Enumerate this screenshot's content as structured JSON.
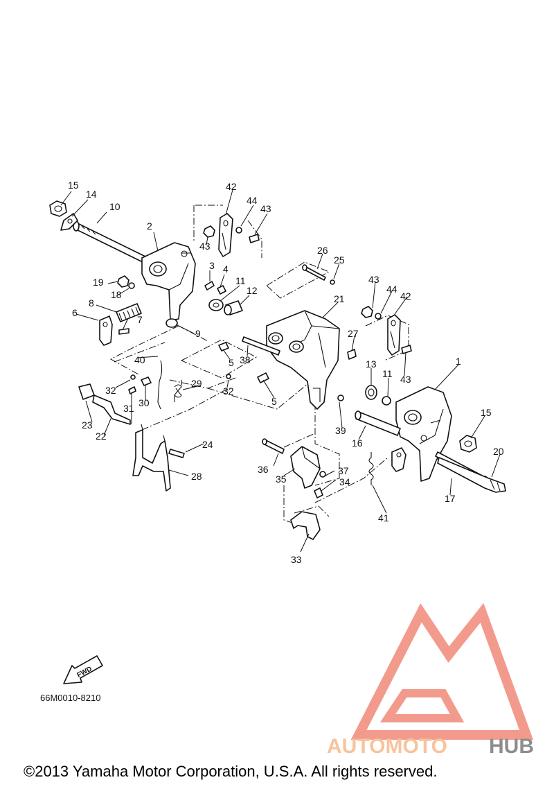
{
  "diagram": {
    "callouts": [
      {
        "id": "c1",
        "text": "1"
      },
      {
        "id": "c2",
        "text": "2"
      },
      {
        "id": "c3",
        "text": "3"
      },
      {
        "id": "c4",
        "text": "4"
      },
      {
        "id": "c5a",
        "text": "5"
      },
      {
        "id": "c5b",
        "text": "5"
      },
      {
        "id": "c6",
        "text": "6"
      },
      {
        "id": "c7",
        "text": "7"
      },
      {
        "id": "c8",
        "text": "8"
      },
      {
        "id": "c9",
        "text": "9"
      },
      {
        "id": "c10",
        "text": "10"
      },
      {
        "id": "c11a",
        "text": "11"
      },
      {
        "id": "c11b",
        "text": "11"
      },
      {
        "id": "c12",
        "text": "12"
      },
      {
        "id": "c13",
        "text": "13"
      },
      {
        "id": "c14",
        "text": "14"
      },
      {
        "id": "c15a",
        "text": "15"
      },
      {
        "id": "c15b",
        "text": "15"
      },
      {
        "id": "c16",
        "text": "16"
      },
      {
        "id": "c17",
        "text": "17"
      },
      {
        "id": "c18",
        "text": "18"
      },
      {
        "id": "c19",
        "text": "19"
      },
      {
        "id": "c20",
        "text": "20"
      },
      {
        "id": "c21",
        "text": "21"
      },
      {
        "id": "c22",
        "text": "22"
      },
      {
        "id": "c23",
        "text": "23"
      },
      {
        "id": "c24",
        "text": "24"
      },
      {
        "id": "c25",
        "text": "25"
      },
      {
        "id": "c26",
        "text": "26"
      },
      {
        "id": "c27",
        "text": "27"
      },
      {
        "id": "c28",
        "text": "28"
      },
      {
        "id": "c29",
        "text": "29"
      },
      {
        "id": "c30",
        "text": "30"
      },
      {
        "id": "c31",
        "text": "31"
      },
      {
        "id": "c32a",
        "text": "32"
      },
      {
        "id": "c32b",
        "text": "32"
      },
      {
        "id": "c33",
        "text": "33"
      },
      {
        "id": "c34",
        "text": "34"
      },
      {
        "id": "c35",
        "text": "35"
      },
      {
        "id": "c36",
        "text": "36"
      },
      {
        "id": "c37",
        "text": "37"
      },
      {
        "id": "c38",
        "text": "38"
      },
      {
        "id": "c39",
        "text": "39"
      },
      {
        "id": "c40",
        "text": "40"
      },
      {
        "id": "c41",
        "text": "41"
      },
      {
        "id": "c42a",
        "text": "42"
      },
      {
        "id": "c42b",
        "text": "42"
      },
      {
        "id": "c43a",
        "text": "43"
      },
      {
        "id": "c43b",
        "text": "43"
      },
      {
        "id": "c43c",
        "text": "43"
      },
      {
        "id": "c43d",
        "text": "43"
      },
      {
        "id": "c44a",
        "text": "44"
      },
      {
        "id": "c44b",
        "text": "44"
      }
    ],
    "fwd_label": "FWD",
    "diagram_code": "66M0010-8210"
  },
  "watermark": {
    "word_part1": "AUTOMOTO",
    "word_part2": "HUB",
    "color_main": "#f08a7a",
    "color_accent": "#f7b98b",
    "color_dark": "#7a7a7a"
  },
  "footer": {
    "copyright": "©2013 Yamaha Motor Corporation, U.S.A. All rights reserved."
  }
}
